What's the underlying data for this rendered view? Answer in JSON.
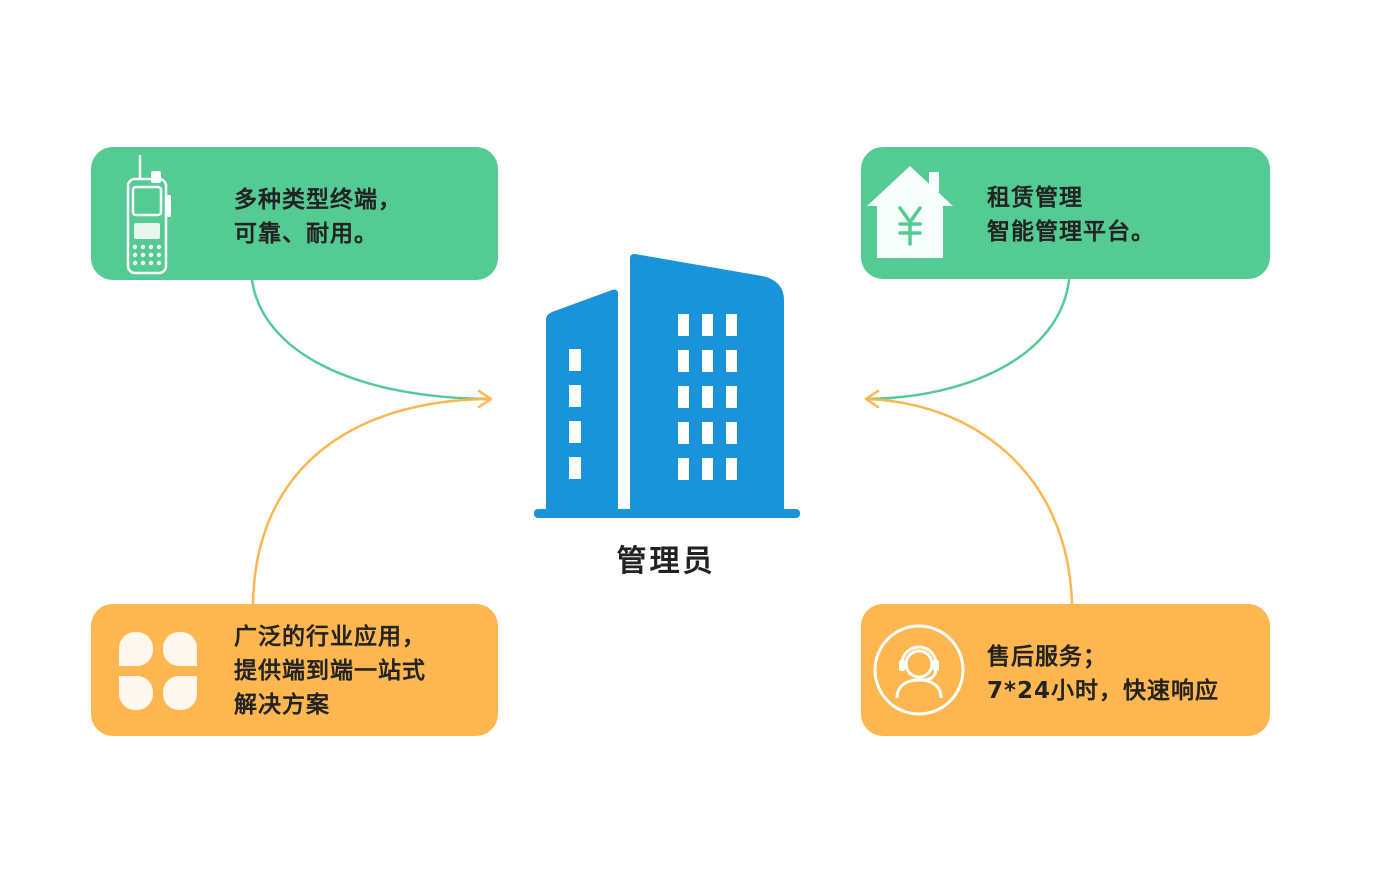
{
  "center": {
    "label": "管理员",
    "icon": "office-building-icon",
    "color": "#1993d9"
  },
  "cards": {
    "top_left": {
      "lines": [
        "多种类型终端，",
        "可靠、耐用。"
      ],
      "icon": "walkie-talkie-icon",
      "color": "#54cb93"
    },
    "top_right": {
      "lines": [
        "租赁管理",
        "智能管理平台。"
      ],
      "icon": "house-yuan-icon",
      "color": "#54cb93"
    },
    "bottom_left": {
      "lines": [
        "广泛的行业应用，",
        "提供端到端一站式",
        "解决方案"
      ],
      "icon": "four-petal-icon",
      "color": "#fdb650"
    },
    "bottom_right": {
      "lines": [
        "售后服务；",
        "7*24小时，快速响应"
      ],
      "icon": "headset-agent-icon",
      "color": "#fdb650"
    }
  },
  "connectors": {
    "green": "#54cb93",
    "orange": "#fdb650"
  }
}
